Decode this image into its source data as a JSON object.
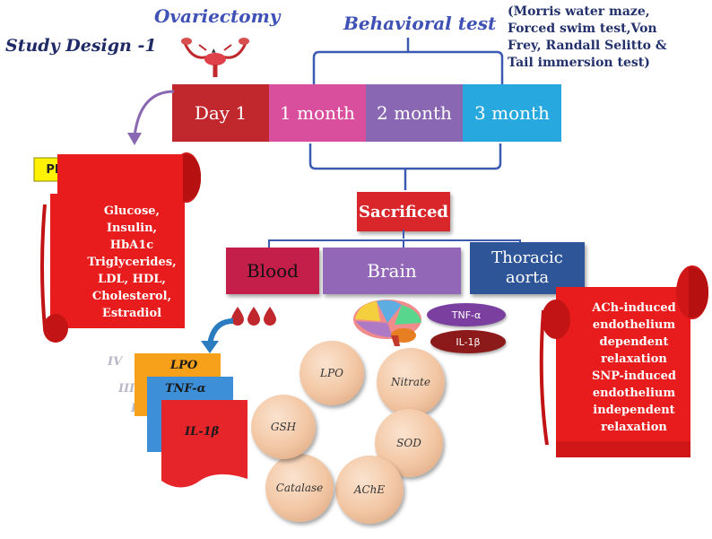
{
  "study_title": "Study Design -1",
  "ovariectomy_label": "Ovariectomy",
  "behavioral_label": "Behavioral test",
  "behavioral_tests_note": "(Morris water maze, Forced swim test,Von Frey, Randall Selitto & Tail immersion test)",
  "timeline": [
    {
      "label": "Day 1",
      "color": "#c0282d"
    },
    {
      "label": "1 month",
      "color": "#d94f9e"
    },
    {
      "label": "2 month",
      "color": "#8a67b2"
    },
    {
      "label": "3 month",
      "color": "#27a9df"
    }
  ],
  "physiological_label": "PHYSIOLOGICAL",
  "physiological_params": [
    "Glucose,",
    "Insulin,",
    "HbA1c",
    "Triglycerides,",
    "LDL, HDL,",
    "Cholesterol,",
    "Estradiol"
  ],
  "sacrificed_label": "Sacrificed",
  "tissues": [
    {
      "label": "Blood",
      "color": "#c41e4a"
    },
    {
      "label": "Brain",
      "color": "#9367b8"
    },
    {
      "label": "Thoracic aorta",
      "color": "#2e5597"
    }
  ],
  "blood_markers": [
    "LPO",
    "TNF-α",
    "IL-1β"
  ],
  "faded_labels": [
    "IV",
    "III",
    "II"
  ],
  "brain_markers": [
    "LPO",
    "Nitrate",
    "SOD",
    "AChE",
    "Catalase",
    "GSH"
  ],
  "brain_cytokines": [
    "TNF-α",
    "IL-1β"
  ],
  "aorta_params": [
    "ACh-induced",
    "endothelium",
    "dependent",
    "relaxation",
    "SNP-induced",
    "endothelium",
    "independent",
    "relaxation"
  ],
  "colors": {
    "title_blue": "#3f51b5",
    "scroll_red": "#e81c1c",
    "bracket_blue": "#3d5ab3",
    "callout_yellow": "#fff200"
  }
}
